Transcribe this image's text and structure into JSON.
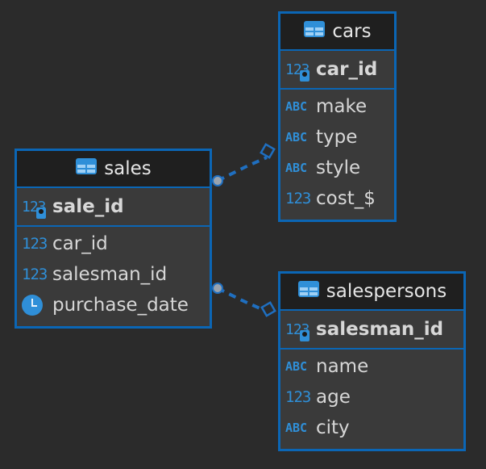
{
  "entities": {
    "cars": {
      "title": "cars",
      "pk": "car_id",
      "columns": [
        {
          "name": "make",
          "type": "abc"
        },
        {
          "name": "type",
          "type": "abc"
        },
        {
          "name": "style",
          "type": "abc"
        },
        {
          "name": "cost_$",
          "type": "num"
        }
      ]
    },
    "sales": {
      "title": "sales",
      "pk": "sale_id",
      "columns": [
        {
          "name": "car_id",
          "type": "num"
        },
        {
          "name": "salesman_id",
          "type": "num"
        },
        {
          "name": "purchase_date",
          "type": "date"
        }
      ]
    },
    "salespersons": {
      "title": "salespersons",
      "pk": "salesman_id",
      "columns": [
        {
          "name": "name",
          "type": "abc"
        },
        {
          "name": "age",
          "type": "num"
        },
        {
          "name": "city",
          "type": "abc"
        }
      ]
    }
  },
  "type_labels": {
    "abc": "ABC",
    "num": "123",
    "pk": "123"
  },
  "colors": {
    "border": "#0b66b5",
    "icon": "#2f8fd8",
    "background": "#2b2b2b",
    "header": "#1f1f1f",
    "body": "#3a3a3a"
  }
}
